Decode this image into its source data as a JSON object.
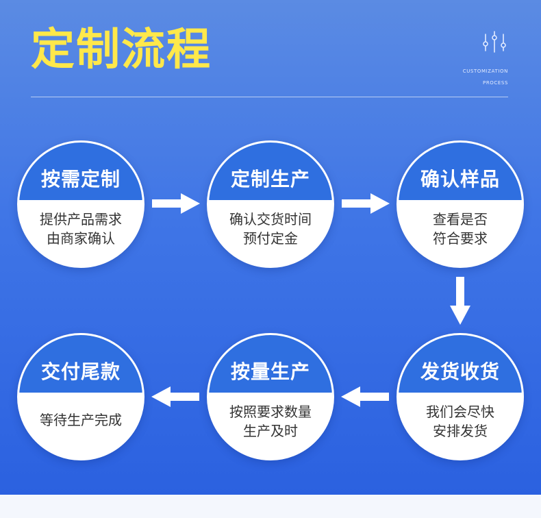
{
  "header": {
    "title": "定制流程",
    "subtitle_line1": "CUSTOMIZATION",
    "subtitle_line2": "PROCESS"
  },
  "colors": {
    "title": "#ffe84a",
    "background": "#3f75e6",
    "cap": "#2f6fe0",
    "arrow": "#ffffff"
  },
  "icons": [
    "equalizer-icon",
    "arrow-right-icon",
    "arrow-down-icon",
    "arrow-left-icon"
  ],
  "steps": [
    {
      "title": "按需定制",
      "line1": "提供产品需求",
      "line2": "由商家确认"
    },
    {
      "title": "定制生产",
      "line1": "确认交货时间",
      "line2": "预付定金"
    },
    {
      "title": "确认样品",
      "line1": "查看是否",
      "line2": "符合要求"
    },
    {
      "title": "发货收货",
      "line1": "我们会尽快",
      "line2": "安排发货"
    },
    {
      "title": "按量生产",
      "line1": "按照要求数量",
      "line2": "生产及时"
    },
    {
      "title": "交付尾款",
      "line1": "等待生产完成",
      "line2": ""
    }
  ]
}
